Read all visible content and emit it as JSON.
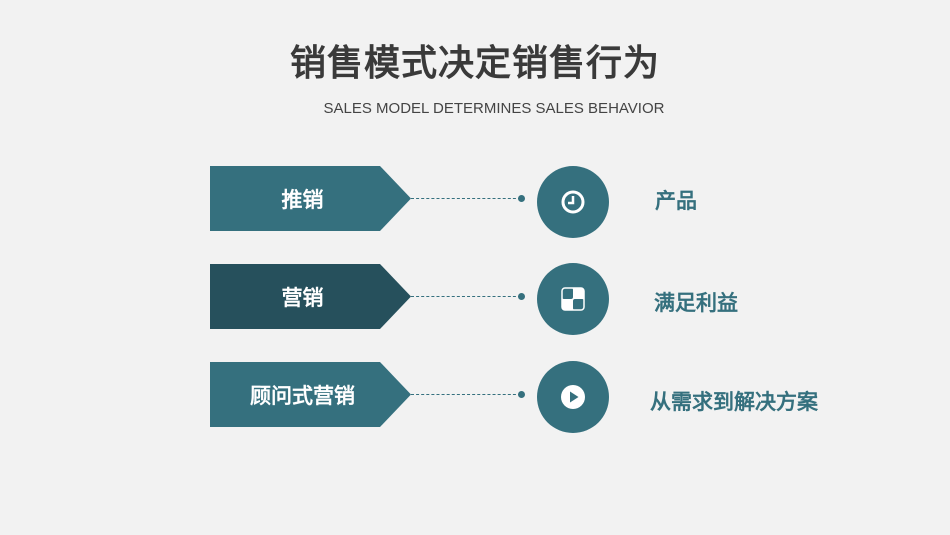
{
  "title": "销售模式决定销售行为",
  "subtitle": "SALES MODEL DETERMINES SALES BEHAVIOR",
  "rows": [
    {
      "mode": "推销",
      "result": "产品",
      "icon": "clock-icon",
      "color": "#35707E"
    },
    {
      "mode": "营销",
      "result": "满足利益",
      "icon": "grid-icon",
      "color": "#26505C"
    },
    {
      "mode": "顾问式营销",
      "result": "从需求到解决方案",
      "icon": "play-icon",
      "color": "#35707E"
    }
  ]
}
